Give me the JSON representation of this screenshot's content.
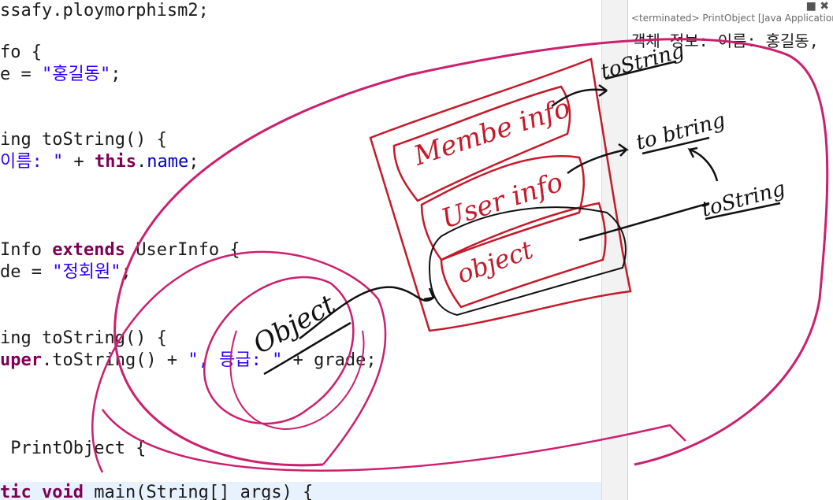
{
  "editor": {
    "lines": [
      {
        "segments": [
          {
            "t": "ssafy.ploymorphism2;",
            "c": "plain"
          }
        ]
      },
      {
        "segments": [
          {
            "t": "fo {",
            "c": "plain"
          }
        ]
      },
      {
        "segments": [
          {
            "t": "e = ",
            "c": "plain"
          },
          {
            "t": "\"홍길동\"",
            "c": "str"
          },
          {
            "t": ";",
            "c": "plain"
          }
        ]
      },
      {
        "segments": [
          {
            "t": "ing toString() {",
            "c": "plain"
          }
        ]
      },
      {
        "segments": [
          {
            "t": "이름: \"",
            "c": "str"
          },
          {
            "t": " + ",
            "c": "plain"
          },
          {
            "t": "this",
            "c": "kw"
          },
          {
            "t": ".",
            "c": "plain"
          },
          {
            "t": "name",
            "c": "fld"
          },
          {
            "t": ";",
            "c": "plain"
          }
        ]
      },
      {
        "segments": [
          {
            "t": "Info ",
            "c": "plain"
          },
          {
            "t": "extends",
            "c": "kw"
          },
          {
            "t": " UserInfo {",
            "c": "plain"
          }
        ]
      },
      {
        "segments": [
          {
            "t": "de = ",
            "c": "plain"
          },
          {
            "t": "\"정회원\"",
            "c": "str"
          },
          {
            "t": ";",
            "c": "plain"
          }
        ]
      },
      {
        "segments": [
          {
            "t": "ing toString() {",
            "c": "plain"
          }
        ]
      },
      {
        "segments": [
          {
            "t": "uper",
            "c": "kw"
          },
          {
            "t": ".toString() + ",
            "c": "plain"
          },
          {
            "t": "\", 등급: \"",
            "c": "str"
          },
          {
            "t": " + grade;",
            "c": "plain"
          }
        ]
      },
      {
        "segments": [
          {
            "t": " PrintObject {",
            "c": "plain"
          }
        ]
      },
      {
        "segments": [
          {
            "t": "tic void",
            "c": "kw"
          },
          {
            "t": " main(String[] args) {",
            "c": "plain"
          }
        ]
      }
    ]
  },
  "console": {
    "header": "<terminated> PrintObject [Java Application] C",
    "output": "객체 정보: 이름: 홍길동,",
    "min_icon": "■",
    "close_icon": "✖"
  },
  "annotations": {
    "box1": "Membe info",
    "box2": "User info",
    "box3": "object",
    "object_label": "Object",
    "tostring_1": "toString",
    "tostring_2": "to btring",
    "tostring_3": "toString"
  },
  "colors": {
    "ink_red": "#c41a2a",
    "ink_magenta": "#cc1f6e",
    "ink_black": "#111111",
    "keyword": "#7f0055",
    "string": "#2a00ff",
    "field": "#0000c0"
  }
}
